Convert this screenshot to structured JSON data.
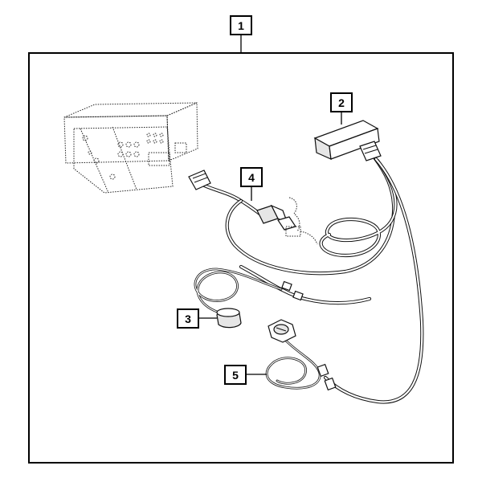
{
  "callouts": {
    "kit": "1",
    "module": "2",
    "antenna_3": "3",
    "harness": "4",
    "antenna_5": "5"
  }
}
